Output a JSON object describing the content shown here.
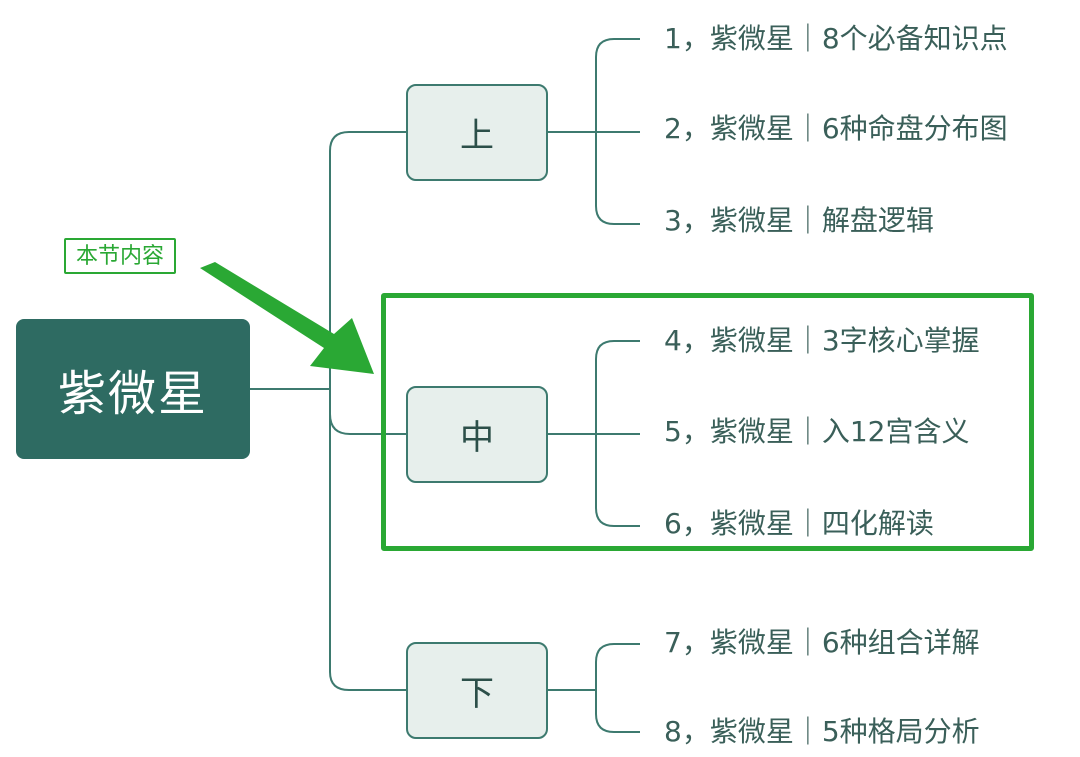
{
  "root": {
    "label": "紫微星"
  },
  "callout": {
    "label": "本节内容"
  },
  "branches": [
    {
      "label": "上",
      "items": [
        "1，紫微星｜8个必备知识点",
        "2，紫微星｜6种命盘分布图",
        "3，紫微星｜解盘逻辑"
      ]
    },
    {
      "label": "中",
      "items": [
        "4，紫微星｜3字核心掌握",
        "5，紫微星｜入12宫含义",
        "6，紫微星｜四化解读"
      ]
    },
    {
      "label": "下",
      "items": [
        "7，紫微星｜6种组合详解",
        "8，紫微星｜5种格局分析"
      ]
    }
  ],
  "colors": {
    "root_fill": "#2e6b62",
    "connector": "#3d7a6f",
    "branch_fill": "#e7efec",
    "highlight": "#2aa834"
  },
  "highlighted_branch": "中"
}
